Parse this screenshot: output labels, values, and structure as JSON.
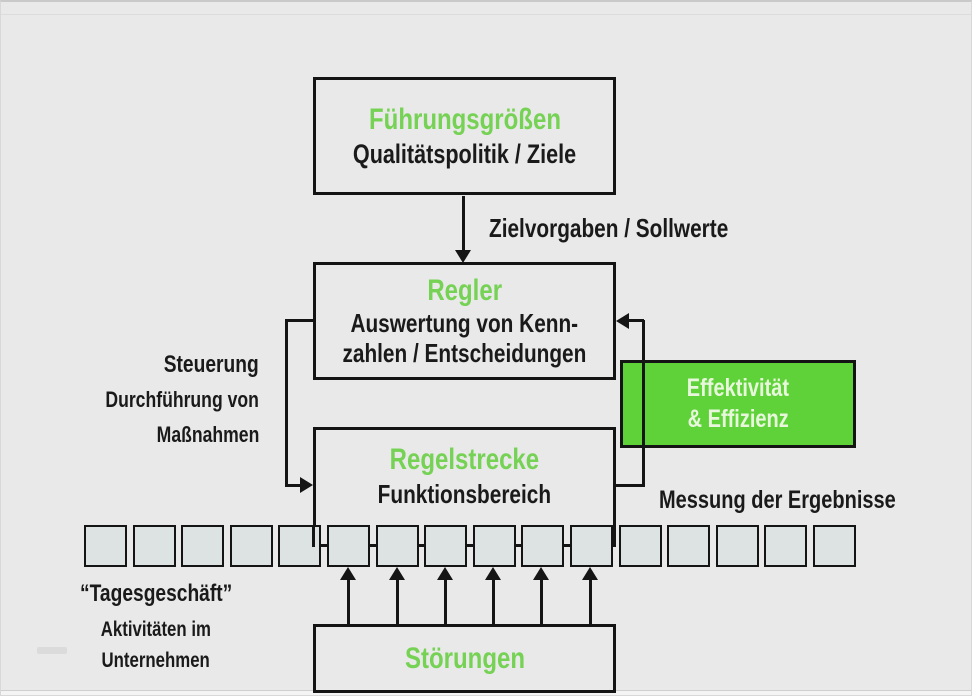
{
  "colors": {
    "background": "#e9e9e9",
    "accent_green": "#76d254",
    "green_box_fill": "#5fd23a",
    "green_box_text": "#e8f7dc",
    "ink": "#1a1a1a",
    "square_fill": "#dde3e2"
  },
  "boxes": {
    "fuehrungsgroessen": {
      "title": "Führungsgrößen",
      "subtitle": "Qualitätspolitik / Ziele"
    },
    "regler": {
      "title": "Regler",
      "line1": "Auswertung von Kenn-",
      "line2": "zahlen / Entscheidungen"
    },
    "regelstrecke": {
      "title": "Regelstrecke",
      "subtitle": "Funktionsbereich"
    },
    "stoerungen": {
      "title": "Störungen"
    },
    "effektivitaet": {
      "line1": "Effektivität",
      "line2": "& Effizienz"
    }
  },
  "labels": {
    "zielvorgaben": "Zielvorgaben / Sollwerte",
    "steuerung_title": "Steuerung",
    "steuerung_line1": "Durchführung von",
    "steuerung_line2": "Maßnahmen",
    "messung": "Messung der Ergebnisse",
    "tagesgeschaeft_title": "“Tagesgeschäft”",
    "tagesgeschaeft_line1": "Aktivitäten im",
    "tagesgeschaeft_line2": "Unternehmen"
  },
  "process_squares": {
    "count": 16
  }
}
